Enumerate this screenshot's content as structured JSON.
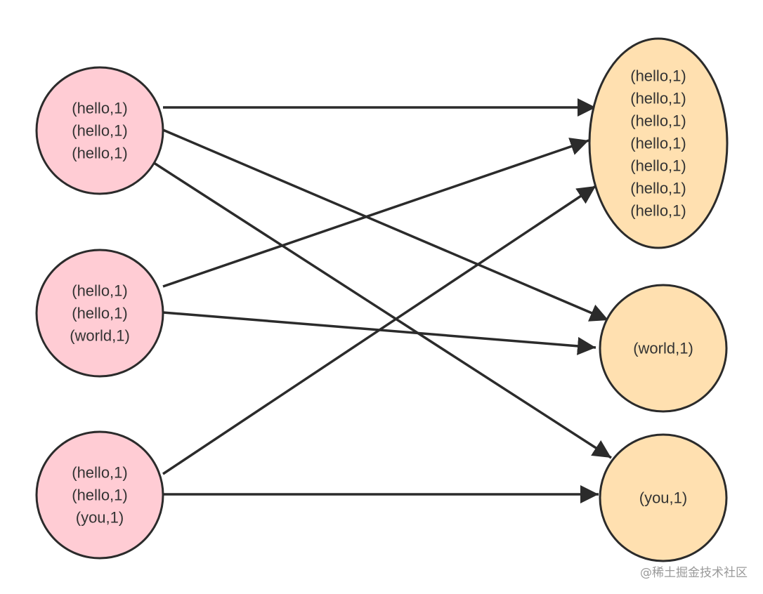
{
  "colors": {
    "source_fill": "#ffccd4",
    "target_fill": "#ffe0b0",
    "stroke": "#2b2b2b",
    "text": "#333333"
  },
  "sources": [
    {
      "id": "s1",
      "lines": [
        "(hello,1)",
        "(hello,1)",
        "(hello,1)"
      ]
    },
    {
      "id": "s2",
      "lines": [
        "(hello,1)",
        "(hello,1)",
        "(world,1)"
      ]
    },
    {
      "id": "s3",
      "lines": [
        "(hello,1)",
        "(hello,1)",
        "(you,1)"
      ]
    }
  ],
  "targets": [
    {
      "id": "t1",
      "lines": [
        "(hello,1)",
        "(hello,1)",
        "(hello,1)",
        "(hello,1)",
        "(hello,1)",
        "(hello,1)",
        "(hello,1)"
      ]
    },
    {
      "id": "t2",
      "lines": [
        "(world,1)"
      ]
    },
    {
      "id": "t3",
      "lines": [
        "(you,1)"
      ]
    }
  ],
  "edges": [
    {
      "from": "s1",
      "to": "t1"
    },
    {
      "from": "s1",
      "to": "t2"
    },
    {
      "from": "s1",
      "to": "t3"
    },
    {
      "from": "s2",
      "to": "t1"
    },
    {
      "from": "s2",
      "to": "t2"
    },
    {
      "from": "s3",
      "to": "t1"
    },
    {
      "from": "s3",
      "to": "t3"
    }
  ],
  "watermark": "@稀土掘金技术社区"
}
